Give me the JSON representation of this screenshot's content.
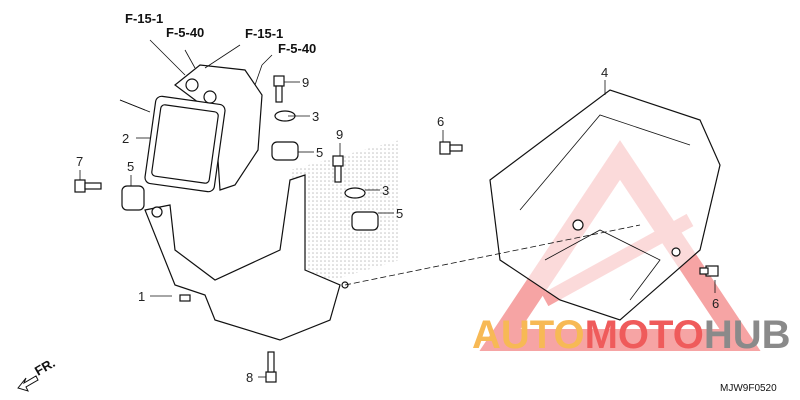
{
  "references": [
    "F-15-1",
    "F-5-40",
    "F-15-1",
    "F-5-40"
  ],
  "callouts": [
    "1",
    "2",
    "3",
    "3",
    "4",
    "5",
    "5",
    "5",
    "6",
    "6",
    "7",
    "8",
    "9",
    "9"
  ],
  "front_marker": "FR.",
  "diagram_code": "MJW9F0520",
  "watermark": {
    "part1": "AUTO",
    "part2": "MOTO",
    "part3": "HUB",
    "colors": [
      "#f7b955",
      "#ef5b5b",
      "#8a8a8a"
    ]
  }
}
